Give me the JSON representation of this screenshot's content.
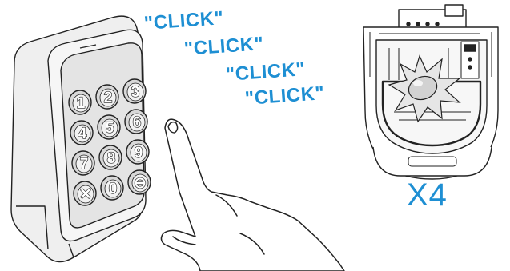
{
  "keypad": {
    "keys": [
      {
        "label": "1"
      },
      {
        "label": "2"
      },
      {
        "label": "3"
      },
      {
        "label": "4"
      },
      {
        "label": "5"
      },
      {
        "label": "6"
      },
      {
        "label": "7"
      },
      {
        "label": "8"
      },
      {
        "label": "9"
      },
      {
        "label": "✕"
      },
      {
        "label": "0"
      },
      {
        "label": "⊖"
      }
    ]
  },
  "sounds": {
    "text": [
      "\"CLICK\"",
      "\"CLICK\"",
      "\"CLICK\"",
      "\"CLICK\""
    ]
  },
  "operator": {
    "flash_count": "X4"
  },
  "colors": {
    "accent": "#1e8fd3",
    "line": "#222222",
    "device_gray": "#efefef",
    "key_gray": "#d8d8d8"
  }
}
